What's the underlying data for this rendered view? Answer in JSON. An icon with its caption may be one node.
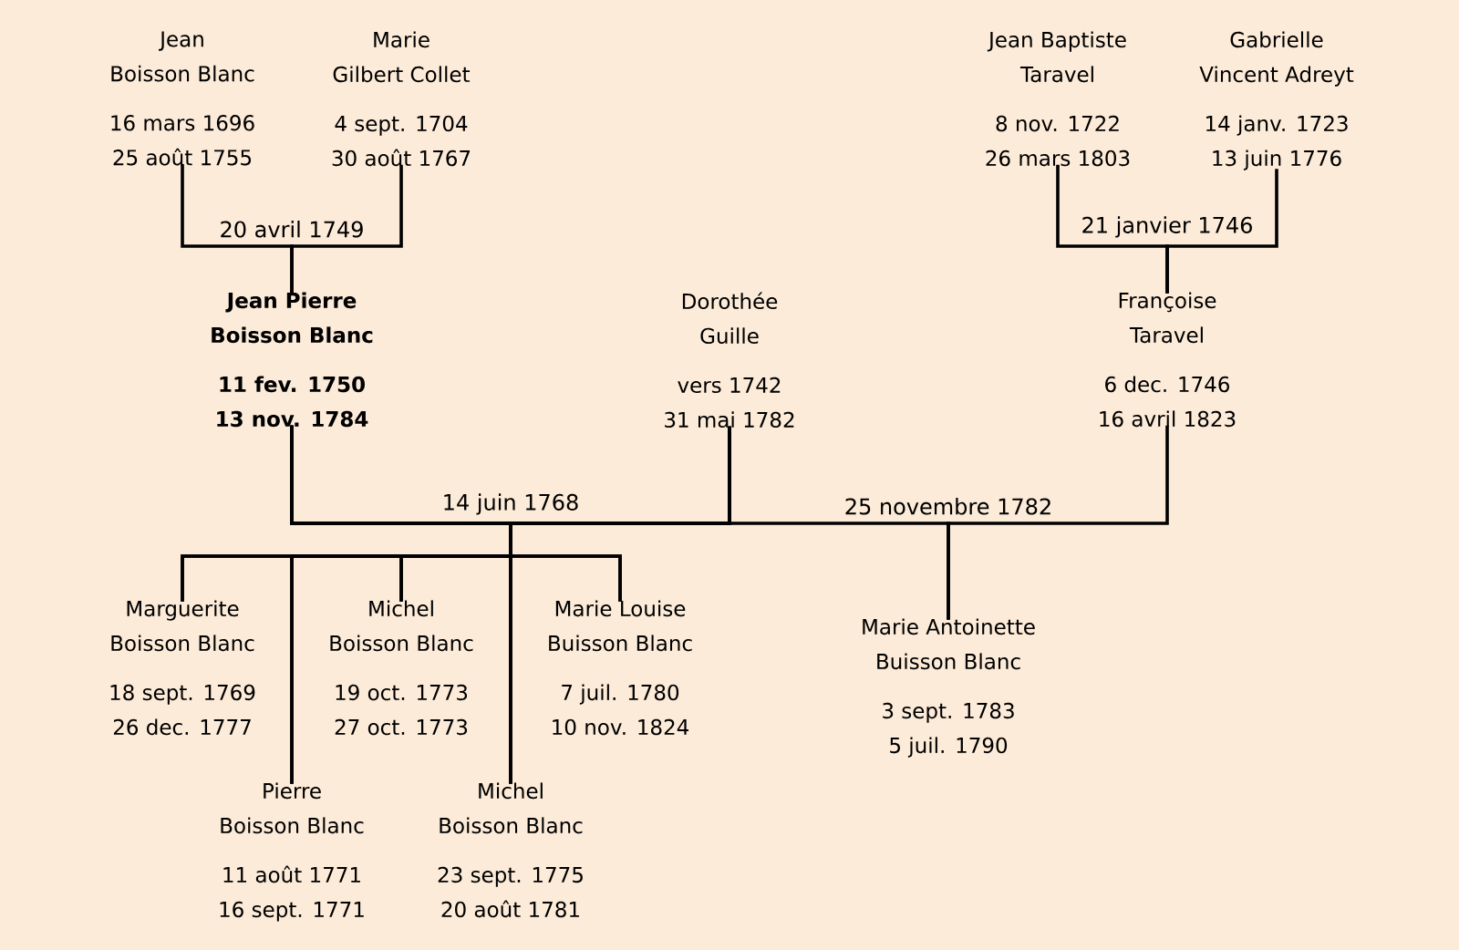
{
  "diagram": {
    "nodes": [
      {
        "text": [
          "Jean",
          "Boisson Blanc",
          "16 mars 1696",
          "25 août 1755"
        ]
      },
      {
        "text": [
          "Marie",
          "Gilbert Collet",
          "4 sept. 1704",
          "30 août 1767"
        ]
      },
      {
        "text": [
          "Jean Baptiste",
          "Taravel",
          "8 nov. 1722",
          "26 mars 1803"
        ]
      },
      {
        "text": [
          "Gabrielle",
          "Vincent Adreyt",
          "14 janv. 1723",
          "13 juin 1776"
        ]
      },
      {
        "text": [
          "Jean Pierre",
          "Boisson Blanc",
          "11 fev. 1750",
          "13 nov. 1784"
        ]
      },
      {
        "text": [
          "Dorothée",
          "Guille",
          "vers 1742",
          "31 mai 1782"
        ]
      },
      {
        "text": [
          "Françoise",
          "Taravel",
          "6 dec. 1746",
          "16 avril 1823"
        ]
      },
      {
        "text": [
          "Marguerite",
          "Boisson Blanc",
          "18 sept. 1769",
          "26 dec. 1777"
        ]
      },
      {
        "text": [
          "Michel",
          "Boisson Blanc",
          "19 oct. 1773",
          "27 oct. 1773"
        ]
      },
      {
        "text": [
          "Marie Louise",
          "Buisson Blanc",
          "7 juil. 1780",
          "10 nov. 1824"
        ]
      },
      {
        "text": [
          "Marie Antoinette",
          "Buisson Blanc",
          "3 sept. 1783",
          "5 juil. 1790"
        ]
      },
      {
        "text": [
          "Pierre",
          "Boisson Blanc",
          "11 août 1771",
          "16 sept. 1771"
        ]
      },
      {
        "text": [
          "Michel",
          "Boisson Blanc",
          "23 sept. 1775",
          "20 août 1781"
        ]
      }
    ],
    "edges": [
      {
        "from": 0,
        "to": 4,
        "arrow": "none",
        "label": "20 avril 1749"
      },
      {
        "from": 1,
        "to": 4,
        "arrow": "none"
      },
      {
        "from": 2,
        "to": 6,
        "arrow": "none",
        "label": "21 janvier 1746"
      },
      {
        "from": 3,
        "to": 6,
        "arrow": "none"
      },
      {
        "from": 4,
        "to": 7,
        "arrow": "none",
        "label": "14 juin 1768"
      },
      {
        "from": 4,
        "to": 8,
        "arrow": "none"
      },
      {
        "from": 4,
        "to": 9,
        "arrow": "none"
      },
      {
        "from": 4,
        "to": 11,
        "arrow": "none"
      },
      {
        "from": 4,
        "to": 12,
        "arrow": "none"
      },
      {
        "from": 5,
        "to": 7,
        "arrow": "none"
      },
      {
        "from": 5,
        "to": 8,
        "arrow": "none"
      },
      {
        "from": 5,
        "to": 9,
        "arrow": "none"
      },
      {
        "from": 5,
        "to": 11,
        "arrow": "none"
      },
      {
        "from": 5,
        "to": 12,
        "arrow": "none"
      },
      {
        "from": 4,
        "to": 10,
        "arrow": "none",
        "label": "25 novembre 1782"
      },
      {
        "from": 6,
        "to": 10,
        "arrow": "none"
      }
    ]
  }
}
